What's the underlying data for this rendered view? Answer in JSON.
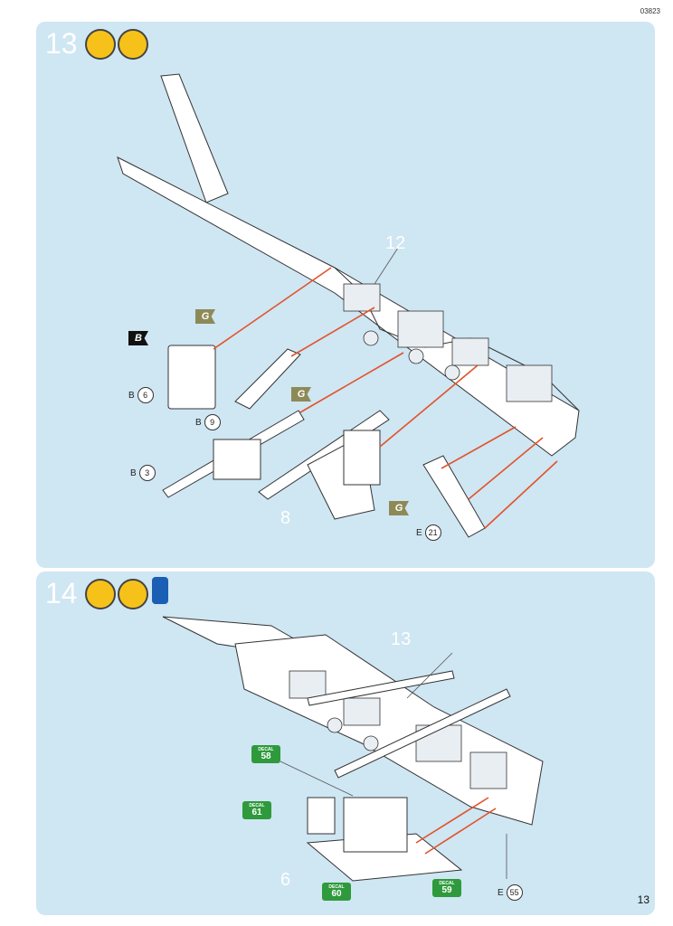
{
  "header": {
    "code": "03823"
  },
  "step13": {
    "number": "13",
    "callout_12": "12",
    "callout_8": "8",
    "refs": [
      {
        "letter": "B",
        "num": "6"
      },
      {
        "letter": "B",
        "num": "9"
      },
      {
        "letter": "B",
        "num": "3"
      },
      {
        "letter": "E",
        "num": "21"
      }
    ],
    "flags": {
      "g": "G",
      "b": "B"
    }
  },
  "step14": {
    "number": "14",
    "callout_13": "13",
    "callout_6": "6",
    "refs": [
      {
        "letter": "E",
        "num": "55"
      }
    ],
    "decal_label": "DECAL",
    "decals": [
      "58",
      "61",
      "60",
      "59"
    ]
  },
  "footer": {
    "page": "13"
  },
  "colors": {
    "panel": "#cfe6f3",
    "arrow": "#e2532a",
    "flag_g": "#8d8a57",
    "decal": "#2e9a3c",
    "icon": "#f6c21a"
  }
}
